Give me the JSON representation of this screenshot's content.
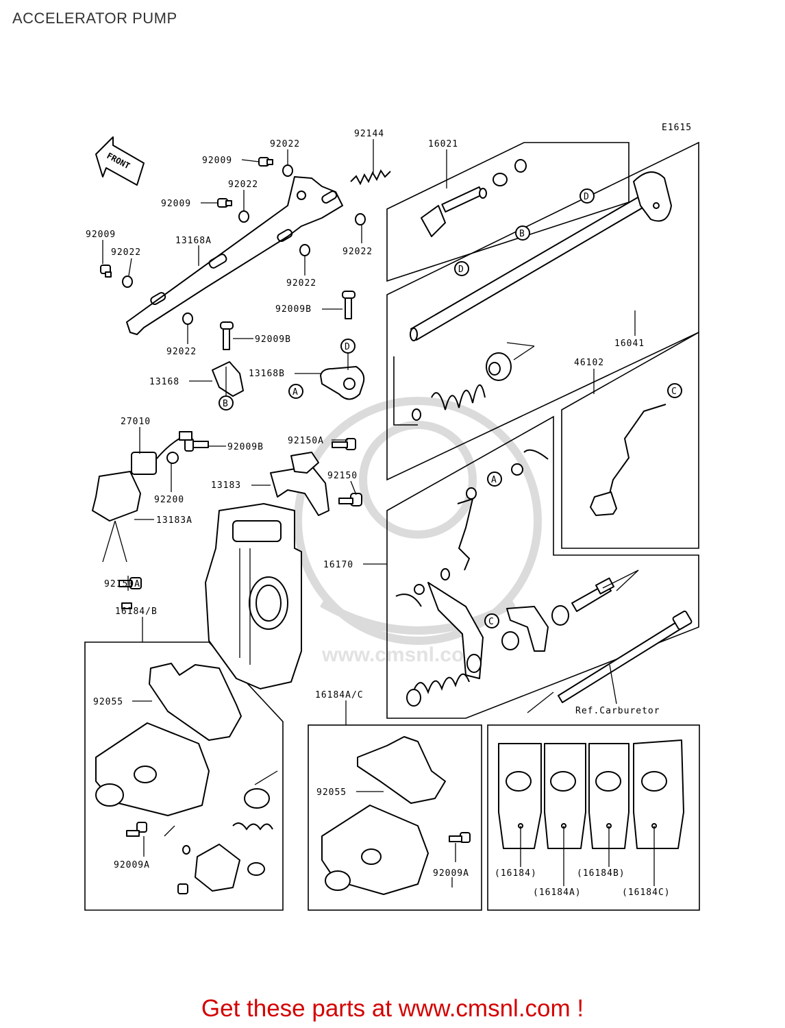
{
  "header": {
    "title": "ACCELERATOR PUMP"
  },
  "footer": {
    "text": "Get these parts at www.cmsnl.com !"
  },
  "diagram": {
    "code": "E1615",
    "front": "FRONT",
    "watermark": "www.cmsnl.com",
    "parts": {
      "p92144": "92144",
      "p16021": "16021",
      "p92022a": "92022",
      "p92009a": "92009",
      "p92022b": "92022",
      "p92009b": "92009",
      "p92009c": "92009",
      "p92022c": "92022",
      "p13168A": "13168A",
      "p92022d": "92022",
      "p92022e": "92022",
      "p92022f": "92022",
      "p92009B1": "92009B",
      "p92009B2": "92009B",
      "p16041": "16041",
      "p46102": "46102",
      "p13168B": "13168B",
      "p13168": "13168",
      "p27010": "27010",
      "p92150A1": "92150A",
      "p92009B3": "92009B",
      "p92150": "92150",
      "p92200": "92200",
      "p13183": "13183",
      "p13183A": "13183A",
      "p92150A2": "92150A",
      "p16170": "16170",
      "p16184B": "16184/B",
      "p92055a": "92055",
      "p16184AC": "16184A/C",
      "p92055b": "92055",
      "p92009A1": "92009A",
      "p92009A2": "92009A",
      "ref": "Ref.Carburetor",
      "v16184": "(16184)",
      "v16184A": "(16184A)",
      "v16184B": "(16184B)",
      "v16184C": "(16184C)"
    },
    "markers": {
      "A": "A",
      "B": "B",
      "C": "C",
      "D": "D"
    }
  }
}
